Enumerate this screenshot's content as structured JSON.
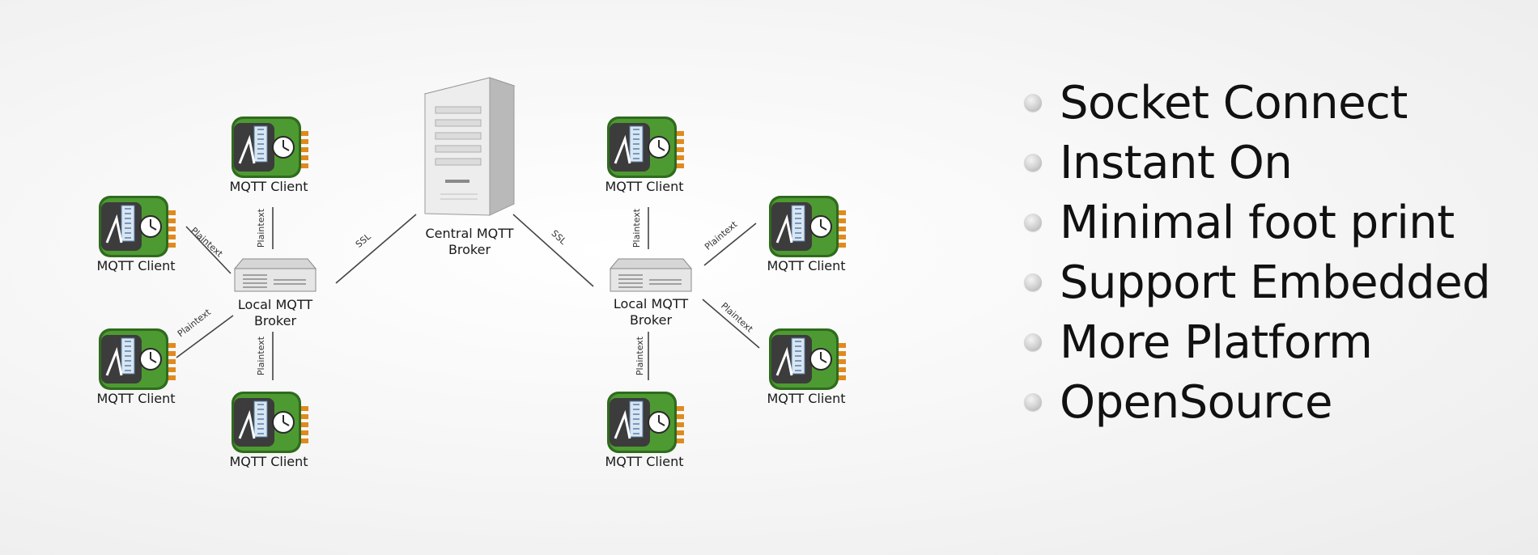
{
  "diagram": {
    "client_label": "MQTT Client",
    "local_broker_label_line1": "Local MQTT",
    "local_broker_label_line2": "Broker",
    "central_broker_label_line1": "Central MQTT",
    "central_broker_label_line2": "Broker",
    "plaintext_label": "Plaintext",
    "ssl_label": "SSL"
  },
  "features": [
    "Socket Connect",
    "Instant On",
    "Minimal foot print",
    "Support Embedded",
    "More Platform",
    "OpenSource"
  ],
  "colors": {
    "client_board": "#4e9a32",
    "client_board_dark": "#2f6b1e",
    "client_pins": "#e08a1e",
    "client_panel": "#3c3c3c",
    "server_body": "#e4e4e4",
    "edge": "#444444"
  }
}
